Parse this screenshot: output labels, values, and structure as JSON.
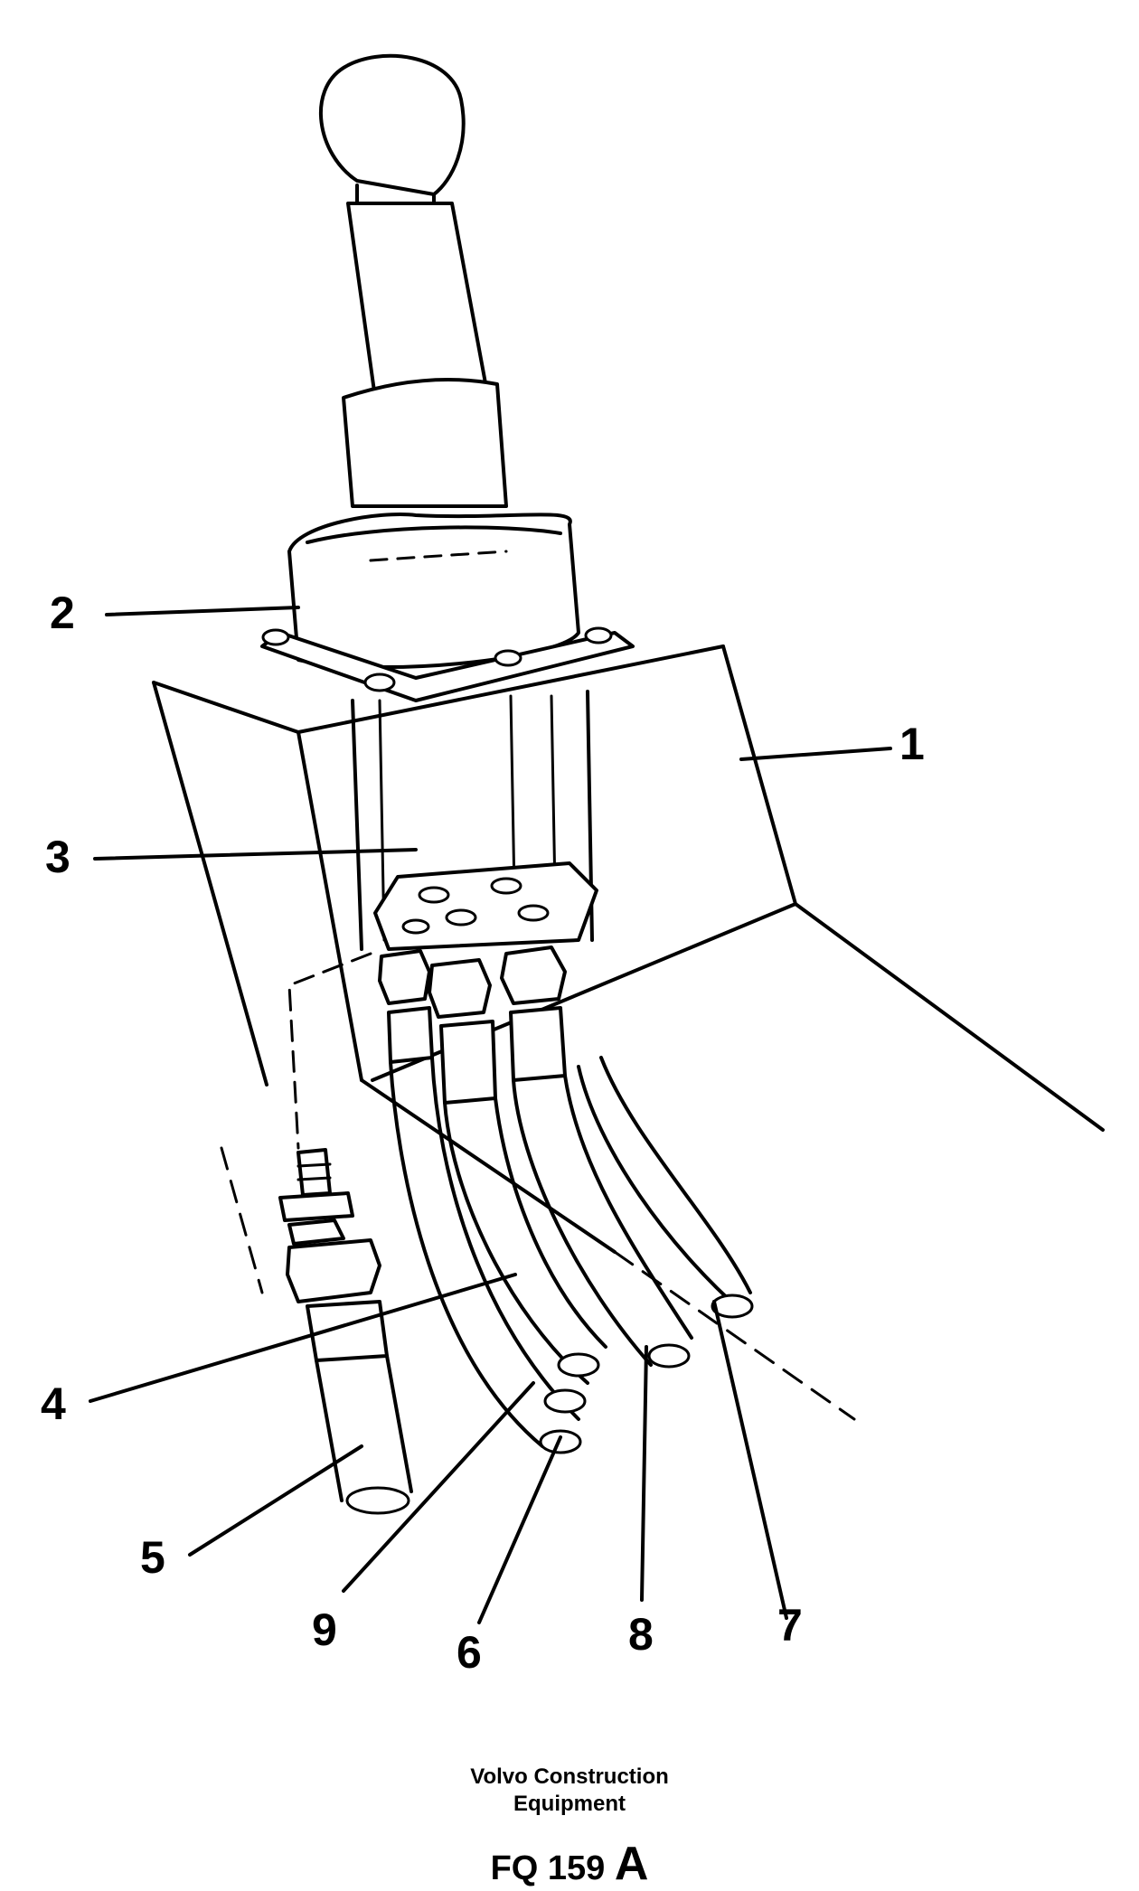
{
  "callouts": [
    {
      "id": "1",
      "text": "1"
    },
    {
      "id": "2",
      "text": "2"
    },
    {
      "id": "3",
      "text": "3"
    },
    {
      "id": "4",
      "text": "4"
    },
    {
      "id": "5",
      "text": "5"
    },
    {
      "id": "6",
      "text": "6"
    },
    {
      "id": "7",
      "text": "7"
    },
    {
      "id": "8",
      "text": "8"
    },
    {
      "id": "9",
      "text": "9"
    }
  ],
  "caption": {
    "line1": "Volvo Construction",
    "line2": "Equipment",
    "figure_prefix": "FQ 159",
    "figure_suffix": "A"
  }
}
